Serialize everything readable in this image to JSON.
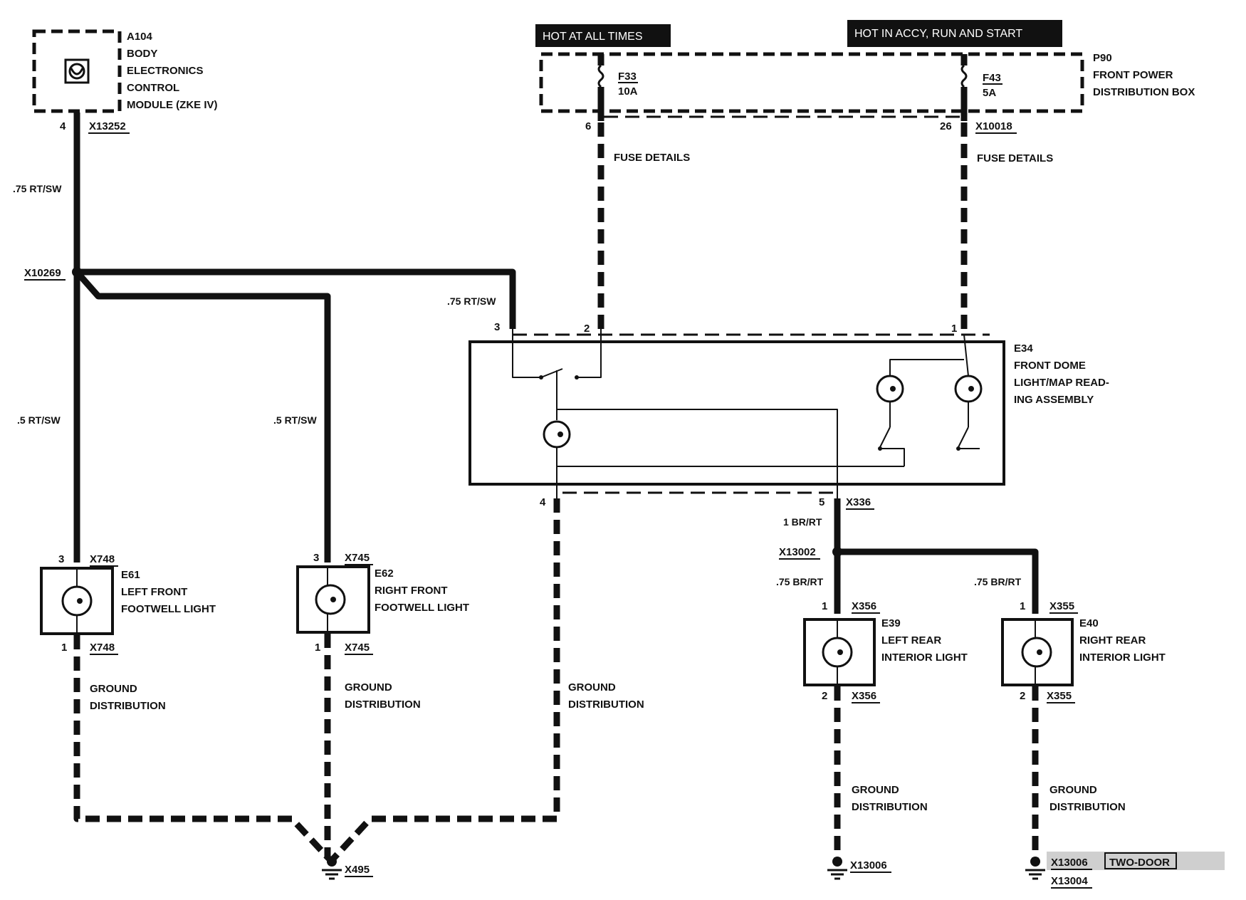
{
  "banners": {
    "hot_at_all_times": "HOT AT ALL TIMES",
    "hot_in_accy": "HOT IN ACCY, RUN AND START"
  },
  "modules": {
    "a104": {
      "ref": "A104",
      "line1": "BODY",
      "line2": "ELECTRONICS",
      "line3": "CONTROL",
      "line4": "MODULE (ZKE IV)",
      "pin": "4",
      "connector": "X13252"
    },
    "p90": {
      "ref": "P90",
      "line1": "FRONT POWER",
      "line2": "DISTRIBUTION BOX"
    },
    "e34": {
      "ref": "E34",
      "line1": "FRONT DOME",
      "line2": "LIGHT/MAP READ-",
      "line3": "ING ASSEMBLY"
    },
    "e61": {
      "ref": "E61",
      "line1": "LEFT FRONT",
      "line2": "FOOTWELL LIGHT"
    },
    "e62": {
      "ref": "E62",
      "line1": "RIGHT FRONT",
      "line2": "FOOTWELL LIGHT"
    },
    "e39": {
      "ref": "E39",
      "line1": "LEFT REAR",
      "line2": "INTERIOR LIGHT"
    },
    "e40": {
      "ref": "E40",
      "line1": "RIGHT REAR",
      "line2": "INTERIOR LIGHT"
    }
  },
  "fuses": {
    "f33": {
      "name": "F33",
      "rating": "10A",
      "pin": "6"
    },
    "f43": {
      "name": "F43",
      "rating": "5A",
      "pin": "26",
      "connector": "X10018"
    }
  },
  "labels": {
    "fuse_details": "FUSE DETAILS",
    "ground_distribution_1": "GROUND",
    "ground_distribution_2": "DISTRIBUTION",
    "two_door": "TWO-DOOR"
  },
  "wires": {
    "rt_sw_075": ".75 RT/SW",
    "rt_sw_05": ".5 RT/SW",
    "br_rt_1": "1 BR/RT",
    "br_rt_075": ".75 BR/RT"
  },
  "connectors": {
    "x10269": "X10269",
    "x748": "X748",
    "x745": "X745",
    "x336": "X336",
    "x13002": "X13002",
    "x356": "X356",
    "x355": "X355",
    "x495": "X495",
    "x13006": "X13006",
    "x13004": "X13004"
  },
  "pins": {
    "p1": "1",
    "p2": "2",
    "p3": "3",
    "p4": "4",
    "p5": "5"
  }
}
